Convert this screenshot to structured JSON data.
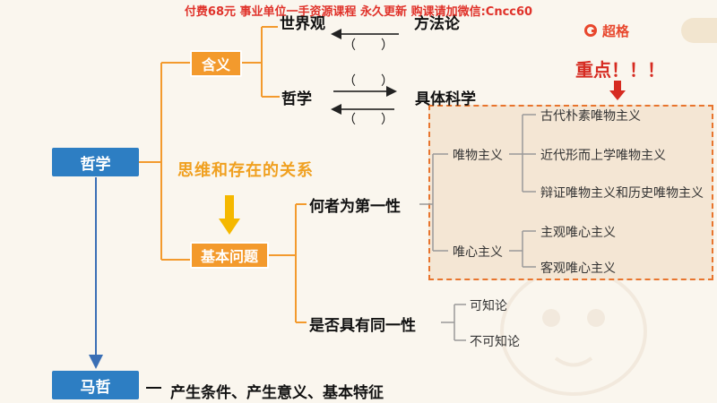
{
  "watermark_note": "付费68元 事业单位一手资源课程 永久更新 购课请加微信:Cncc60",
  "brand": {
    "name": "超格"
  },
  "root": {
    "label": "哲学"
  },
  "bottom_node": {
    "label": "马哲",
    "description": "产生条件、产生意义、基本特征"
  },
  "meaning": {
    "label": "含义",
    "top_left": "世界观",
    "top_right": "方法论",
    "top_blank": "（　　）",
    "bottom_left": "哲学",
    "bottom_right": "具体科学",
    "bottom_blank_upper": "（　　）",
    "bottom_blank_lower": "（　　）"
  },
  "relation_text": "思维和存在的关系",
  "basic_question": {
    "label": "基本问题",
    "branch1": "何者为第一性",
    "branch2": "是否具有同一性",
    "knowable": [
      "可知论",
      "不可知论"
    ]
  },
  "emphasis": {
    "label": "重点！！！"
  },
  "materialism": {
    "label": "唯物主义",
    "items": [
      "古代朴素唯物主义",
      "近代形而上学唯物主义",
      "辩证唯物主义和历史唯物主义"
    ]
  },
  "idealism": {
    "label": "唯心主义",
    "items": [
      "主观唯心主义",
      "客观唯心主义"
    ]
  },
  "colors": {
    "blue": "#2d7ec3",
    "orange": "#f39a2d",
    "red": "#d62b21",
    "dash_border": "#e8742d"
  }
}
